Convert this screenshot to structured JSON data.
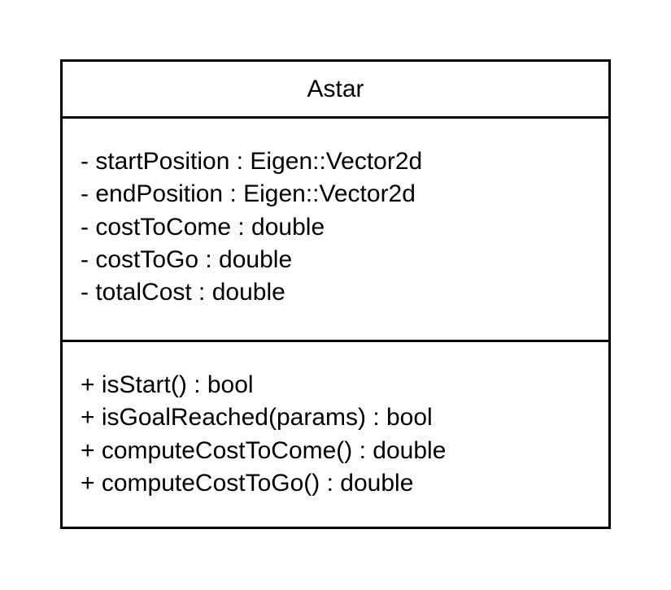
{
  "class": {
    "name": "Astar",
    "attributes": [
      "- startPosition : Eigen::Vector2d",
      "- endPosition : Eigen::Vector2d",
      "- costToCome : double",
      "- costToGo : double",
      "- totalCost : double"
    ],
    "methods": [
      "+ isStart() : bool",
      "+ isGoalReached(params) : bool",
      "+ computeCostToCome() : double",
      "+ computeCostToGo() : double"
    ]
  },
  "colors": {
    "border": "#000000",
    "background": "#ffffff",
    "text": "#000000"
  }
}
